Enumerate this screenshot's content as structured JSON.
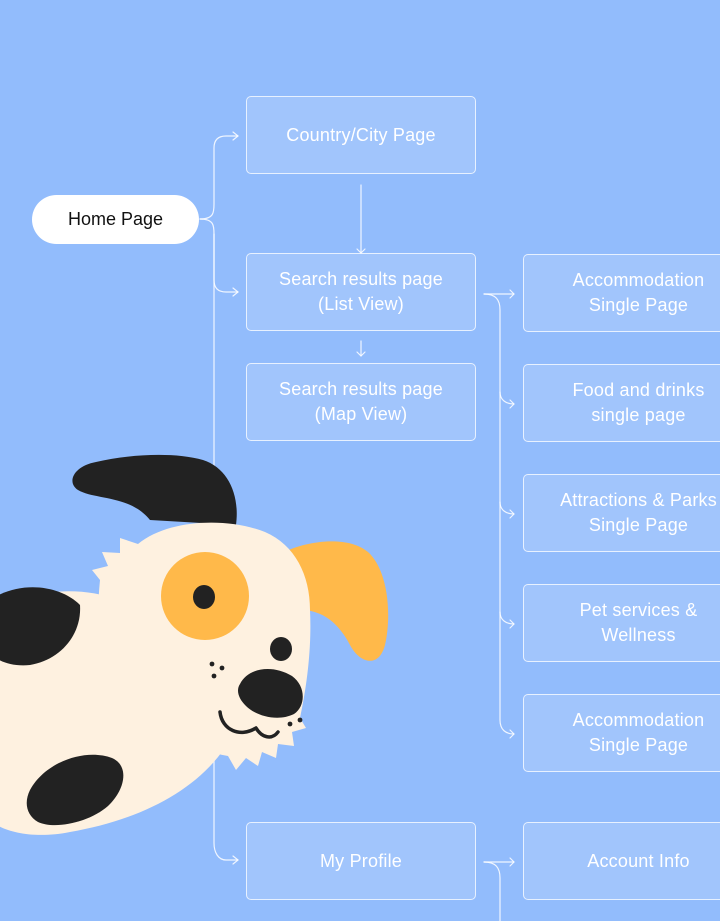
{
  "root": {
    "label": "Home Page"
  },
  "nodes": {
    "country_city": [
      "Country/City Page"
    ],
    "search_list": [
      "Search results page",
      "(List View)"
    ],
    "search_map": [
      "Search results page",
      "(Map View)"
    ],
    "my_profile": [
      "My Profile"
    ]
  },
  "categories": [
    [
      "Accommodation",
      "Single Page"
    ],
    [
      "Food and drinks",
      "single page"
    ],
    [
      "Attractions & Parks",
      "Single Page"
    ],
    [
      "Pet services &",
      "Wellness"
    ],
    [
      "Accommodation",
      "Single Page"
    ]
  ],
  "profile_children": [
    [
      "Account Info"
    ]
  ],
  "colors": {
    "background": "#92BCFC",
    "node_border": "#FFFFFF",
    "dog_black": "#222222",
    "dog_fur": "#FEF1E0",
    "dog_orange": "#FFB94A"
  },
  "illustration": {
    "icon": "dog-illustration"
  }
}
